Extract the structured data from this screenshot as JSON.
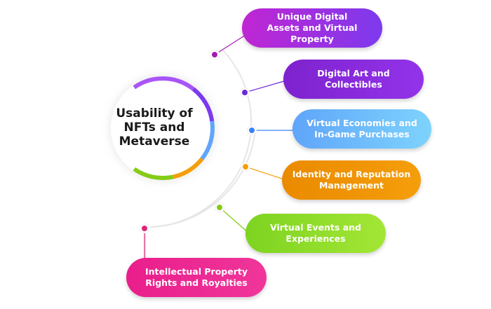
{
  "title_lines": [
    "Usability of",
    "NFTs and",
    "Metaverse"
  ],
  "items": [
    {
      "lines": [
        "Unique Digital",
        "Assets and Virtual",
        "Property"
      ],
      "color_start": "#c026d3",
      "color_end": "#7c3aed",
      "dot_color": "#a21caf"
    },
    {
      "lines": [
        "Digital Art and",
        "Collectibles"
      ],
      "color_start": "#7e22ce",
      "color_end": "#9333ea",
      "dot_color": "#6d28d9"
    },
    {
      "lines": [
        "Virtual Economies and",
        "In-Game Purchases"
      ],
      "color_start": "#60a5fa",
      "color_end": "#7dd3fc",
      "dot_color": "#3b82f6"
    },
    {
      "lines": [
        "Identity and Reputation",
        "Management"
      ],
      "color_start": "#ea8a00",
      "color_end": "#f59e0b",
      "dot_color": "#f59e0b"
    },
    {
      "lines": [
        "Virtual Events and",
        "Experiences"
      ],
      "color_start": "#7ed321",
      "color_end": "#a3e635",
      "dot_color": "#84cc16"
    },
    {
      "lines": [
        "Intellectual Property",
        "Rights and Royalties"
      ],
      "color_start": "#e91e8c",
      "color_end": "#f0369a",
      "dot_color": "#db2777"
    }
  ],
  "ring_colors": [
    "#a855f7",
    "#7c3aed",
    "#60a5fa",
    "#f59e0b",
    "#84cc16"
  ]
}
